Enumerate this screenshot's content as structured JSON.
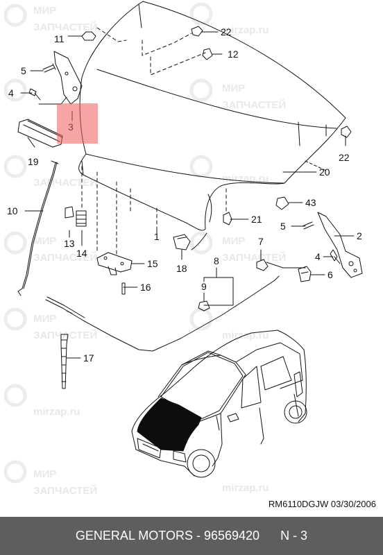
{
  "callouts": [
    {
      "id": "c11",
      "text": "11"
    },
    {
      "id": "c22a",
      "text": "22"
    },
    {
      "id": "c12",
      "text": "12"
    },
    {
      "id": "c5a",
      "text": "5"
    },
    {
      "id": "c4a",
      "text": "4"
    },
    {
      "id": "c3",
      "text": "3"
    },
    {
      "id": "c19",
      "text": "19"
    },
    {
      "id": "c22b",
      "text": "22"
    },
    {
      "id": "c20",
      "text": "20"
    },
    {
      "id": "c10",
      "text": "10"
    },
    {
      "id": "c43",
      "text": "43"
    },
    {
      "id": "c21",
      "text": "21"
    },
    {
      "id": "c5b",
      "text": "5"
    },
    {
      "id": "c2",
      "text": "2"
    },
    {
      "id": "c13",
      "text": "13"
    },
    {
      "id": "c1",
      "text": "1"
    },
    {
      "id": "c14",
      "text": "14"
    },
    {
      "id": "c7",
      "text": "7"
    },
    {
      "id": "c4b",
      "text": "4"
    },
    {
      "id": "c15",
      "text": "15"
    },
    {
      "id": "c18",
      "text": "18"
    },
    {
      "id": "c8",
      "text": "8"
    },
    {
      "id": "c6",
      "text": "6"
    },
    {
      "id": "c16",
      "text": "16"
    },
    {
      "id": "c9",
      "text": "9"
    },
    {
      "id": "c17",
      "text": "17"
    }
  ],
  "watermark": {
    "line1": "МИР",
    "line2": "ЗАПЧАСТЕЙ",
    "url": "mirzap.ru"
  },
  "drawing_code": "RM6110DGJW  03/30/2006",
  "footer": {
    "brand": "GENERAL MOTORS",
    "separator": " - ",
    "part_number": "96569420",
    "page": "N - 3"
  },
  "colors": {
    "highlight": "#f05a5a",
    "footer_bg": "#5e5e5e"
  }
}
